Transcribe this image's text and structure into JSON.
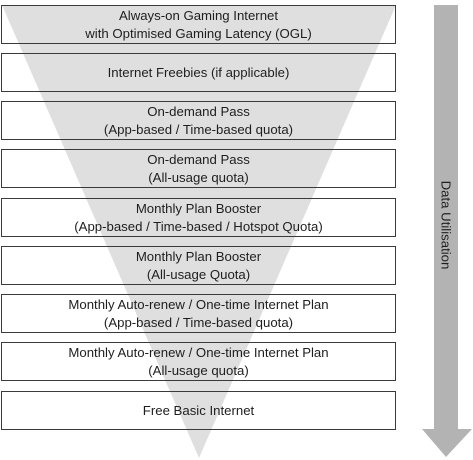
{
  "diagram": {
    "tiers": [
      {
        "lines": [
          "Always-on Gaming Internet",
          "with Optimised Gaming Latency (OGL)"
        ]
      },
      {
        "lines": [
          "Internet Freebies (if applicable)"
        ]
      },
      {
        "lines": [
          "On-demand Pass",
          "(App-based / Time-based quota)"
        ]
      },
      {
        "lines": [
          "On-demand Pass",
          "(All-usage quota)"
        ]
      },
      {
        "lines": [
          "Monthly Plan Booster",
          "(App-based / Time-based / Hotspot Quota)"
        ]
      },
      {
        "lines": [
          "Monthly Plan Booster",
          "(All-usage Quota)"
        ]
      },
      {
        "lines": [
          "Monthly Auto-renew / One-time Internet Plan",
          "(App-based / Time-based quota)"
        ]
      },
      {
        "lines": [
          "Monthly Auto-renew / One-time Internet Plan",
          "(All-usage quota)"
        ]
      },
      {
        "lines": [
          "Free Basic Internet"
        ]
      }
    ],
    "arrow_label": "Data Utilisation",
    "colors": {
      "funnel_fill": "#d9d9d9",
      "tier_border": "#3a3a3a",
      "tier_background": "#ffffff",
      "arrow_fill": "#b3b3b3",
      "text": "#1e1e1e"
    }
  }
}
